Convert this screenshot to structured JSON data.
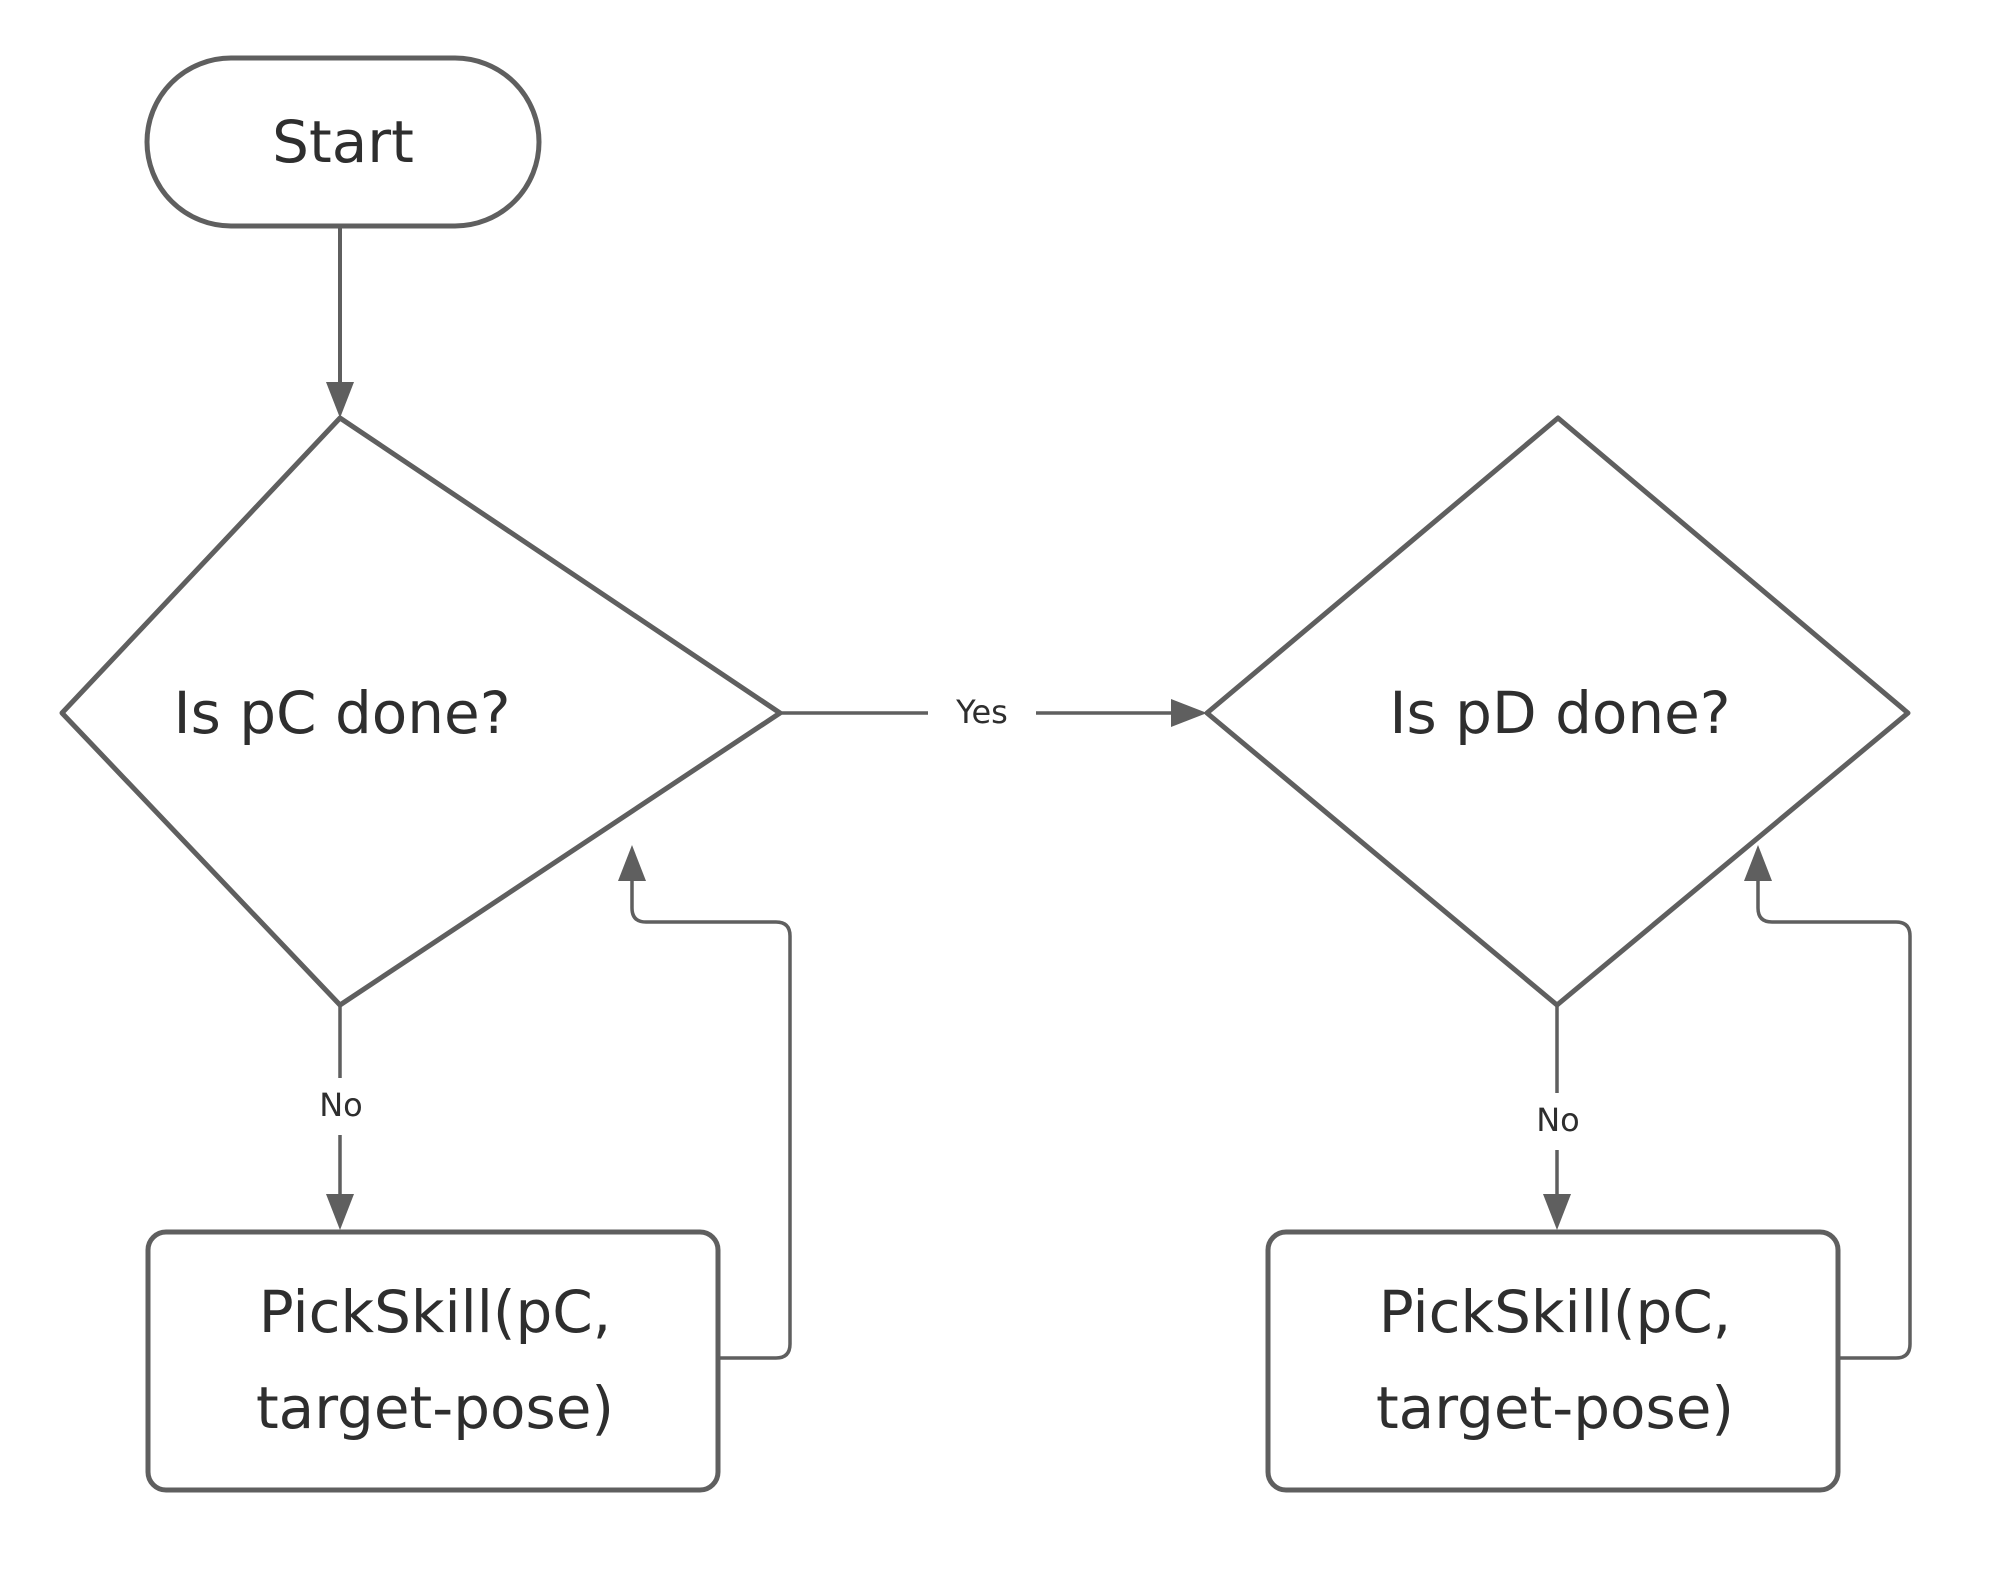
{
  "diagram": {
    "type": "flowchart",
    "title": "",
    "background_color": "#ffffff",
    "stroke_color": "#5f5f5f",
    "text_color": "#2e2e2e",
    "nodes": [
      {
        "id": "start",
        "shape": "stadium",
        "label": "Start"
      },
      {
        "id": "is_pc_done",
        "shape": "diamond",
        "label": "Is pC done?"
      },
      {
        "id": "is_pd_done",
        "shape": "diamond",
        "label": "Is pD done?"
      },
      {
        "id": "pick_skill_left",
        "shape": "rounded-rect",
        "label_line1": "PickSkill(pC,",
        "label_line2": "target-pose)"
      },
      {
        "id": "pick_skill_right",
        "shape": "rounded-rect",
        "label_line1": "PickSkill(pC,",
        "label_line2": "target-pose)"
      }
    ],
    "edges": [
      {
        "from": "start",
        "to": "is_pc_done",
        "label": ""
      },
      {
        "from": "is_pc_done",
        "to": "is_pd_done",
        "label": "Yes"
      },
      {
        "from": "is_pc_done",
        "to": "pick_skill_left",
        "label": "No"
      },
      {
        "from": "pick_skill_left",
        "to": "is_pc_done",
        "label": ""
      },
      {
        "from": "is_pd_done",
        "to": "pick_skill_right",
        "label": "No"
      },
      {
        "from": "pick_skill_right",
        "to": "is_pd_done",
        "label": ""
      }
    ],
    "labels": {
      "yes": "Yes",
      "no_left": "No",
      "no_right": "No"
    }
  }
}
